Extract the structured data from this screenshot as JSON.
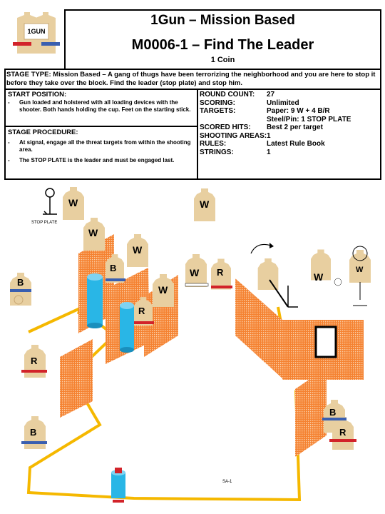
{
  "logo": {
    "text": "1GUN"
  },
  "header": {
    "title": "1Gun – Mission Based",
    "subtitle": "M0006-1 – Find The Leader",
    "coin": "1 Coin"
  },
  "stage_type": "STAGE TYPE: Mission Based – A gang of thugs have been terrorizing the neighborhood and you are here to stop it before they take over the block.  Find the leader (stop plate) and stop him.",
  "start_position": {
    "heading": "START POSITION:",
    "items": [
      "Gun loaded and holstered with all loading devices with the shooter.  Both hands holding the cup.  Feet on the starting stick."
    ]
  },
  "procedure": {
    "heading": "STAGE PROCEDURE:",
    "items": [
      "At signal, engage all the threat targets from within the shooting area.",
      "The STOP PLATE is the leader and must be engaged last."
    ]
  },
  "stats": [
    {
      "label": "ROUND COUNT:",
      "value": "27"
    },
    {
      "label": "SCORING:",
      "value": "Unlimited"
    },
    {
      "label": "TARGETS:",
      "value": "Paper: 9 W + 4 B/R"
    },
    {
      "label": "",
      "value": "Steel/Pin: 1 STOP PLATE"
    },
    {
      "label": "SCORED HITS:",
      "value": "Best 2 per target"
    },
    {
      "label": "SHOOTING AREAS:",
      "value": "1"
    },
    {
      "label": "RULES:",
      "value": "Latest Rule Book"
    },
    {
      "label": "STRINGS:",
      "value": "1"
    }
  ],
  "diagram": {
    "stop_plate_label": "STOP PLATE",
    "stage_id": "SA-1",
    "targets": {
      "w": "W",
      "b": "B",
      "r": "R"
    }
  },
  "colors": {
    "wall": "#f58231",
    "barrel": "#29b6e6",
    "fault_line": "#f5b800",
    "target": "#e8cfa0",
    "red_band": "#d2232a",
    "blue_band": "#3a5fb0"
  }
}
